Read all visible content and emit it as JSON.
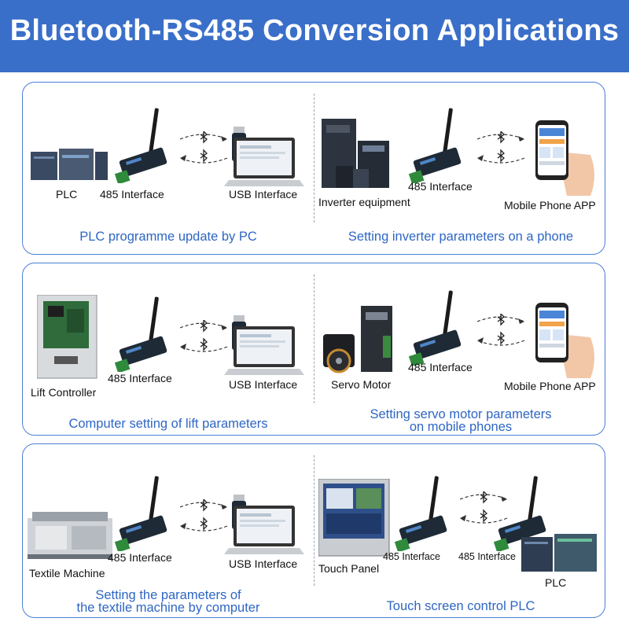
{
  "title": "Bluetooth-RS485 Conversion Applications",
  "colors": {
    "header": "#3a6fc9",
    "caption": "#2e66c4",
    "border": "#4b7fd6"
  },
  "panels": [
    {
      "left": {
        "device": "PLC",
        "interface": "485 Interface",
        "target": "USB Interface",
        "caption": "PLC programme update by PC"
      },
      "right": {
        "device": "Inverter equipment",
        "interface": "485 Interface",
        "target": "Mobile Phone APP",
        "caption": "Setting inverter parameters on a  phone"
      }
    },
    {
      "left": {
        "device": "Lift Controller",
        "interface": "485 Interface",
        "target": "USB Interface",
        "caption": "Computer setting of lift parameters"
      },
      "right": {
        "device": "Servo Motor",
        "interface": "485 Interface",
        "target": "Mobile Phone APP",
        "caption_l1": "Setting servo motor parameters",
        "caption_l2": "on mobile phones"
      }
    },
    {
      "left": {
        "device": "Textile Machine",
        "interface": "485 Interface",
        "target": "USB Interface",
        "caption_l1": "Setting the parameters of",
        "caption_l2": "the textile machine by computer"
      },
      "right": {
        "device": "Touch Panel",
        "interface": "485 Interface",
        "interface2": "485 Interface",
        "target": "PLC",
        "caption": "Touch screen control PLC"
      }
    }
  ]
}
